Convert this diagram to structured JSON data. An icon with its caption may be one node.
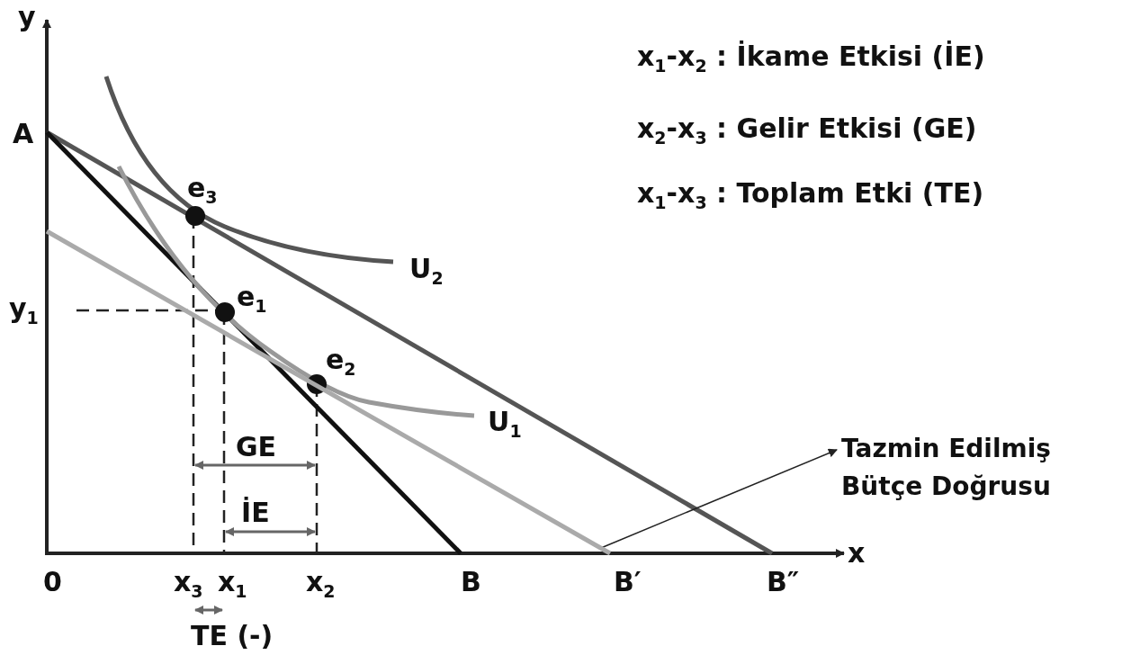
{
  "diagram": {
    "nodes": [
      {
        "text": [
          "Tazmin Edilmiş Bütçe Doğrusu"
        ]
      },
      {
        "text": [],
        "shape": "line"
      }
    ],
    "edges": [
      {
        "from": 1,
        "to": 0,
        "arrow": "to"
      }
    ],
    "labels": [
      "y",
      "x$_{1}$-x$_{2}$ : İkame Etkisi (İE)",
      "A",
      "x$_{2}$-x$_{3}$ : Gelir Etkisi (GE)",
      "e$_{3}$",
      "x$_{1}$-x$_{3}$ : Toplam Etki (TE)",
      "U$_{2}$",
      "y$_{1}$",
      "e$_{1}$",
      "e$_{2}$",
      "U$_{1}$",
      "GE",
      "İE",
      "x",
      "0",
      "x$_{3}$",
      "x$_{1}$",
      "x$_{2}$",
      "B",
      "B′",
      "B″",
      "TE (-)"
    ]
  }
}
